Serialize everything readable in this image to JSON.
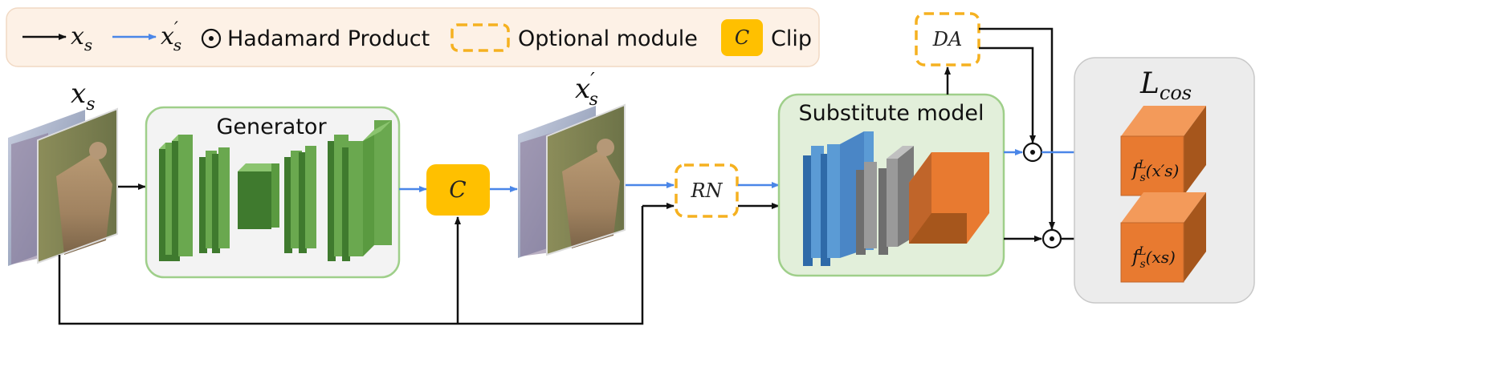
{
  "legend": {
    "xs_sym": "x",
    "xs_sub": "s",
    "xsp_sym": "x",
    "xsp_sub": "s",
    "xsp_prime": "′",
    "hadamard_symbol": "⊙",
    "hadamard_label": "Hadamard Product",
    "optional_label": "Optional module",
    "clip_symbol": "C",
    "clip_label": "Clip"
  },
  "inputs": {
    "xs_sym": "x",
    "xs_sub": "s",
    "xsp_sym": "x",
    "xsp_sub": "s",
    "xsp_prime": "′"
  },
  "generator": {
    "label": "Generator"
  },
  "clip": {
    "symbol": "C"
  },
  "rn": {
    "label": "RN"
  },
  "substitute": {
    "label": "Substitute model"
  },
  "da": {
    "label": "DA"
  },
  "loss": {
    "main": "L",
    "sub": "cos",
    "feat_top_f": "f",
    "feat_top_sup": "L",
    "feat_top_sub": "s",
    "feat_top_arg": "(x′s)",
    "feat_bot_f": "f",
    "feat_bot_sup": "L",
    "feat_bot_sub": "s",
    "feat_bot_arg": "(xs)"
  },
  "hadamard_nodes": {
    "symbol": "⊙"
  },
  "colors": {
    "arrow_black": "#111111",
    "arrow_blue": "#4a86e8",
    "generator_green": "#6aa84f",
    "generator_dark": "#3f7a2e",
    "clip_yellow": "#ffc000",
    "optional_orange": "#f5b120",
    "substitute_blue": "#5b9bd5",
    "substitute_gray": "#9a9a9a",
    "feature_orange": "#e87a30",
    "legend_bg": "#fdf1e6",
    "green_panel": "#e2efda",
    "loss_panel": "#ececec"
  },
  "icons": [
    "hadamard-icon",
    "clip-icon",
    "arrow-icon",
    "image-thumbnail"
  ]
}
